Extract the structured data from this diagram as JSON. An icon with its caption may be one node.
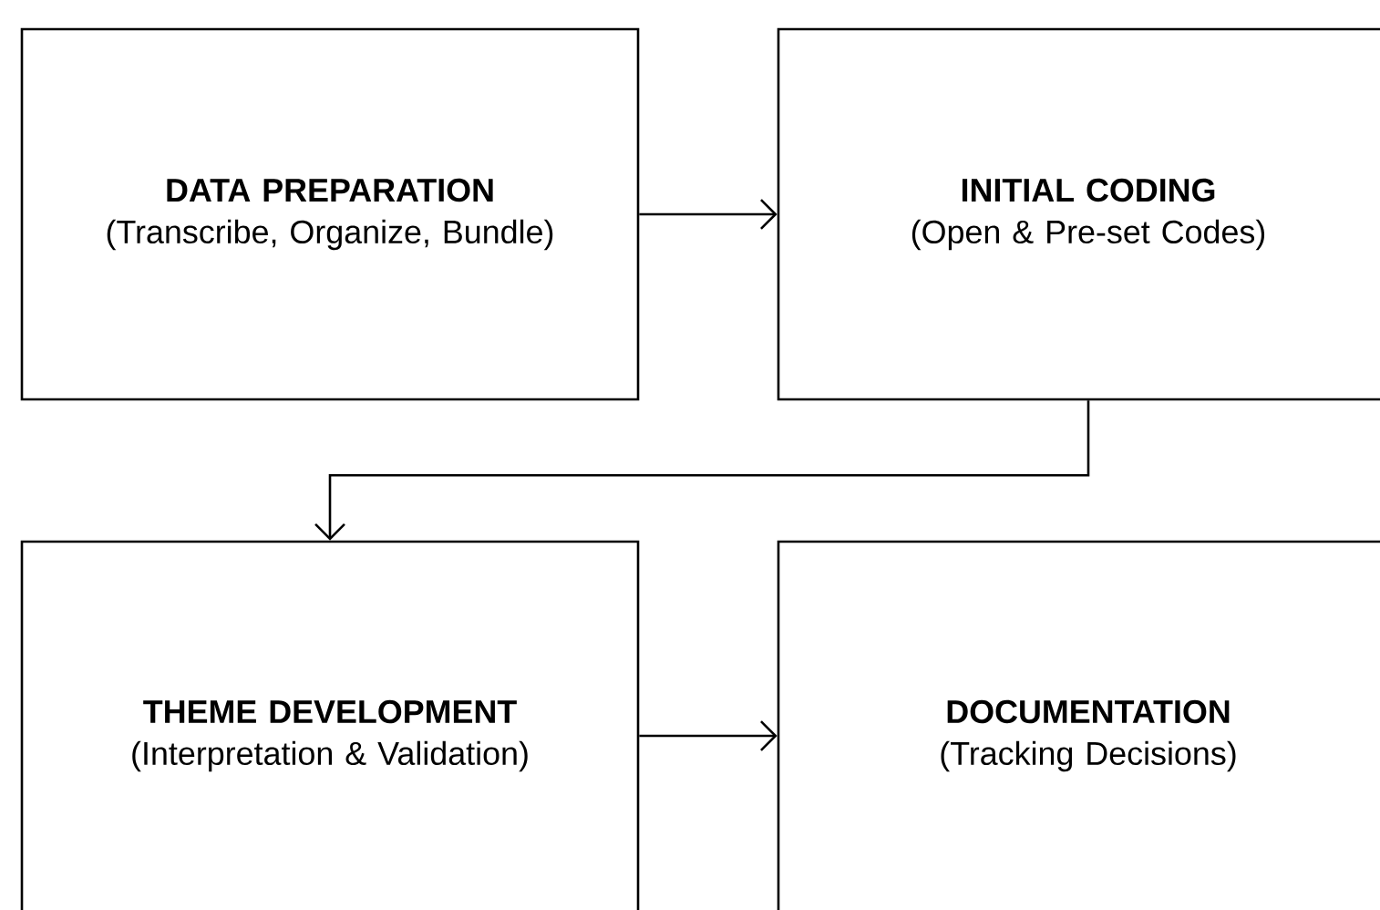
{
  "diagram": {
    "nodes": [
      {
        "text": [
          "DATA PREPARATION",
          "(Transcribe, Organize, Bundle)"
        ]
      },
      {
        "text": [
          "INITIAL CODING",
          "(Open & Pre-set Codes)"
        ]
      },
      {
        "text": [
          "THEME DEVELOPMENT",
          "(Interpretation & Validation)"
        ]
      },
      {
        "text": [
          "DOCUMENTATION",
          "(Tracking Decisions)"
        ]
      }
    ],
    "edges": [
      {
        "from": 0,
        "to": 1,
        "arrow": "to"
      },
      {
        "from": 1,
        "to": 2,
        "arrow": "to"
      },
      {
        "from": 2,
        "to": 3,
        "arrow": "to"
      }
    ]
  }
}
